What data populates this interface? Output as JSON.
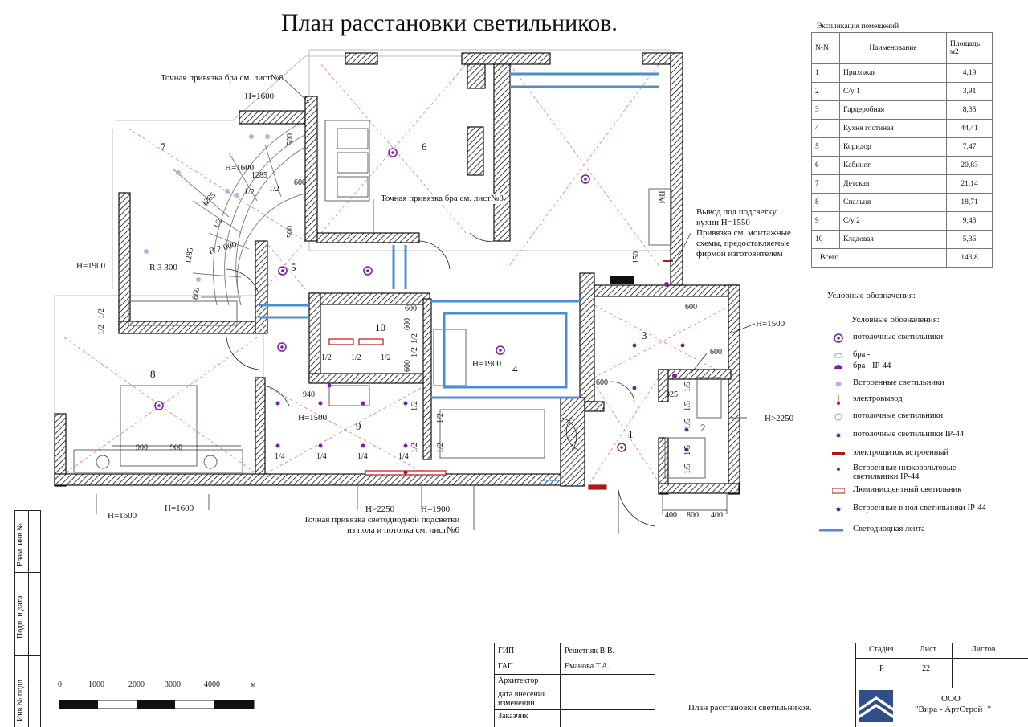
{
  "title": "План расстановки светильников.",
  "explication": {
    "caption": "Экспликация помещений",
    "headers": {
      "num": "N-N",
      "name": "Наименование",
      "area": "Площадь м2"
    },
    "rows": [
      {
        "num": "1",
        "name": "Прихожая",
        "area": "4,19"
      },
      {
        "num": "2",
        "name": "С/у 1",
        "area": "3,91"
      },
      {
        "num": "3",
        "name": "Гардеробная",
        "area": "8,35"
      },
      {
        "num": "4",
        "name": "Кухня гостиная",
        "area": "44,41"
      },
      {
        "num": "5",
        "name": "Коридор",
        "area": "7,47"
      },
      {
        "num": "6",
        "name": "Кабинет",
        "area": "20,83"
      },
      {
        "num": "7",
        "name": "Детская",
        "area": "21,14"
      },
      {
        "num": "8",
        "name": "Спальня",
        "area": "18,71"
      },
      {
        "num": "9",
        "name": "С/у 2",
        "area": "9,43"
      },
      {
        "num": "10",
        "name": "Кладовая",
        "area": "5,36"
      }
    ],
    "total_label": "Всего",
    "total_area": "143,8"
  },
  "legend": {
    "heading_outer": "Условные обозначения:",
    "heading_inner": "Условные обозначения:",
    "items": [
      {
        "label": "потолочные светильники",
        "icon": "ceiling-lamp-icon"
      },
      {
        "label": "бра -",
        "icon": "sconce-icon"
      },
      {
        "label": "бра -  IP-44",
        "icon": "sconce-ip44-icon"
      },
      {
        "label": "Встроенные светильники",
        "icon": "recessed-lamp-icon"
      },
      {
        "label": "электровывод",
        "icon": "electric-outlet-icon"
      },
      {
        "label": "потолочные светильники",
        "icon": "ceiling-lamp-alt-icon"
      },
      {
        "label": "потолочные светильники IP-44",
        "icon": "ceiling-lamp-ip44-icon"
      },
      {
        "label": "электрощиток встроенный",
        "icon": "panel-icon"
      },
      {
        "label": "Встроенные низковольтовые",
        "label2": "светильники IP-44",
        "icon": "lowvolt-lamp-icon"
      },
      {
        "label": "Люминисцентный светильник",
        "icon": "fluorescent-lamp-icon"
      },
      {
        "label": "Встроенные в пол светильники IP-44",
        "icon": "floor-lamp-icon"
      },
      {
        "label": "Светодиодная лента",
        "icon": "led-strip-icon"
      }
    ]
  },
  "notes": {
    "sconce1": "Точная привязка бра см. лист№8",
    "sconce2": "Точная привязка бра см. лист№8",
    "kitchen_1": "Вывод под подсветку",
    "kitchen_2": "кухни H=1550",
    "kitchen_3": "Привязка см. монтажные",
    "kitchen_4": "схемы, предоставляемые",
    "kitchen_5": "фирмой изготовителем",
    "led_1": "Точная привязка светодиодной подсветки",
    "led_2": "из пола и потолка см. лист№6"
  },
  "plan_labels": {
    "h1600_a": "H=1600",
    "h1600_b": "H=1600",
    "h1600_c": "H=1600",
    "h1600_d": "H=1600",
    "h1900_a": "H=1900",
    "h1900_b": "H=1900",
    "h1900_c": "H=1900",
    "h1500_a": "H=1500",
    "h1500_b": "H=1500",
    "h2250_a": "H>2250",
    "h2250_b": "H>2250",
    "r3300": "R 3 300",
    "r2000": "R 2 000",
    "d1285_a": "1285",
    "d1285_b": "1285",
    "d1285_c": "1285",
    "d500_a": "500",
    "d500_b": "500",
    "d600_a": "600",
    "d600_b": "600",
    "d600_c": "600",
    "d600_d": "600",
    "d600_e": "600",
    "d600_f": "600",
    "d600_g": "600",
    "d150": "150",
    "d940": "940",
    "d325": "325",
    "d900_a": "900",
    "d900_b": "900",
    "d400_a": "400",
    "d800": "800",
    "d400_b": "400",
    "half": "1/2",
    "quarter": "1/4",
    "fifth": "1/5",
    "pm": "ПМ"
  },
  "rooms": [
    "1",
    "2",
    "3",
    "4",
    "5",
    "6",
    "7",
    "8",
    "9",
    "10"
  ],
  "scale": {
    "ticks": [
      "0",
      "1000",
      "2000",
      "3000",
      "4000"
    ],
    "unit": "м"
  },
  "stamp": {
    "vz": "Взам. инв.№",
    "pod": "Подп. и дата",
    "inv": "Инв.№ подл."
  },
  "title_block": {
    "gip_label": "ГИП",
    "gip_name": "Решетняк В.В.",
    "gap_label": "ГАП",
    "gap_name": "Еманова Т.А.",
    "arch_label": "Архитектор",
    "date_label_1": "дата  внесения",
    "date_label_2": "изменений.",
    "client_label": "Заказчик",
    "sheet_title": "План расстановки светильников.",
    "stage_h": "Стадия",
    "sheet_h": "Лист",
    "sheets_h": "Листов",
    "stage": "Р",
    "sheet": "22",
    "sheets": "",
    "company_1": "ООО",
    "company_2": "\"Вира - АртСтрой+\""
  },
  "colors": {
    "led": "#4a8fd4",
    "lamp": "#7a1fa8",
    "red": "#b01818",
    "wall": "#111111",
    "dim": "#e07a8a"
  }
}
